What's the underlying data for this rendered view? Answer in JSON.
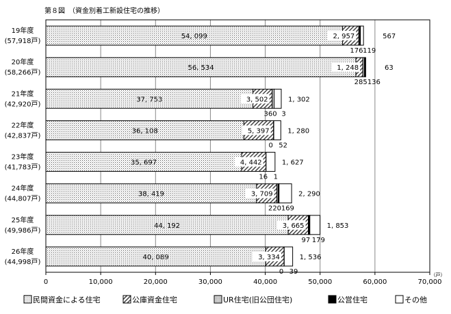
{
  "chart_data": {
    "type": "bar",
    "orientation": "horizontal",
    "stacked": true,
    "title": "第８図　（資金別着工新設住宅の推移）",
    "unit_label": "（戸）",
    "categories": [
      "19年度",
      "20年度",
      "21年度",
      "22年度",
      "23年度",
      "24年度",
      "25年度",
      "26年度"
    ],
    "totals": [
      "(57,918戸)",
      "(58,266戸)",
      "(42,920戸)",
      "(42,837戸)",
      "(41,783戸)",
      "(44,807戸)",
      "(49,986戸)",
      "(44,998戸)"
    ],
    "series": [
      {
        "name": "民間資金による住宅",
        "values": [
          54099,
          56534,
          37753,
          36108,
          35697,
          38419,
          44192,
          40089
        ]
      },
      {
        "name": "公庫資金住宅",
        "values": [
          2957,
          1248,
          3502,
          5397,
          4442,
          3709,
          3665,
          3334
        ]
      },
      {
        "name": "UR住宅(旧公団住宅)",
        "values": [
          176,
          285,
          360,
          0,
          16,
          220,
          97,
          0
        ]
      },
      {
        "name": "公営住宅",
        "values": [
          119,
          136,
          3,
          52,
          1,
          169,
          179,
          39
        ]
      },
      {
        "name": "その他",
        "values": [
          567,
          63,
          1302,
          1280,
          1627,
          2290,
          1853,
          1536
        ]
      }
    ],
    "xlim": [
      0,
      70000
    ],
    "xticks": [
      0,
      10000,
      20000,
      30000,
      40000,
      50000,
      60000,
      70000
    ],
    "xtick_labels": [
      "0",
      "10,000",
      "20,000",
      "30,000",
      "40,000",
      "50,000",
      "60,000",
      "70,000"
    ],
    "grid": true,
    "legend": "bottom"
  }
}
